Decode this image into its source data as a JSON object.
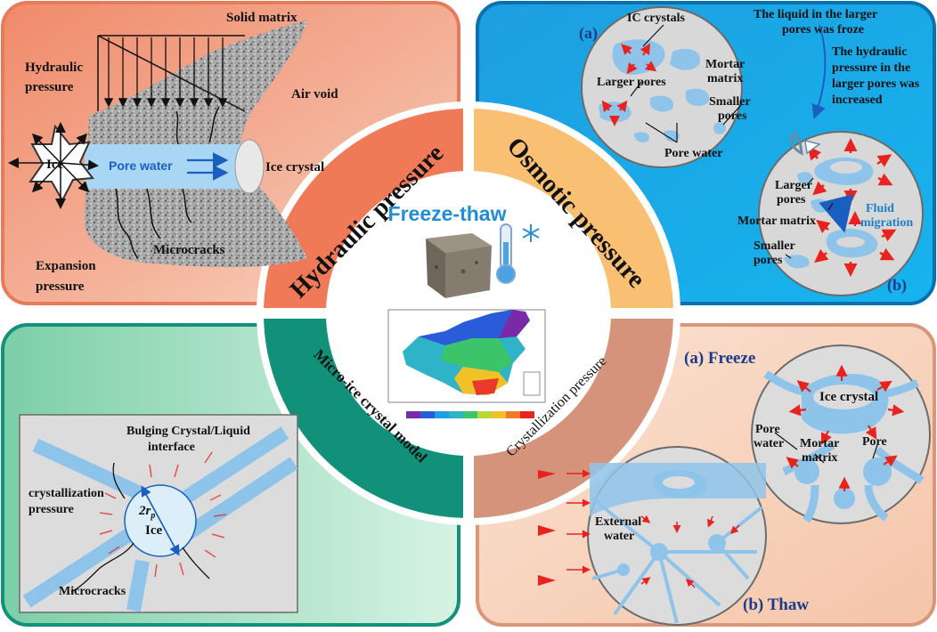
{
  "center": {
    "title": "Freeze-thaw"
  },
  "ring": {
    "hydraulic": "Hydraulic pressure",
    "osmotic": "Osmotic pressure",
    "micro_ice": "Micro-ice crystal model",
    "crystallization": "Crystallization pressure"
  },
  "panel_hydraulic": {
    "solid_matrix": "Solid matrix",
    "hydraulic_line1": "Hydraulic",
    "hydraulic_line2": "pressure",
    "air_void": "Air void",
    "ice": "Ice",
    "pore_water": "Pore water",
    "ice_crystal": "Ice crystal",
    "microcracks": "Microcracks",
    "expansion_line1": "Expansion",
    "expansion_line2": "pressure"
  },
  "panel_osmotic": {
    "label_a": "(a)",
    "label_b": "(b)",
    "ic_crystals": "IC crystals",
    "liquid_line1": "The liquid in the larger",
    "liquid_line2": "pores was froze",
    "hydraulic_line1": "The hydraulic",
    "hydraulic_line2": "pressure in the",
    "hydraulic_line3": "larger pores was",
    "hydraulic_line4": "increased",
    "larger_pores": "Larger pores",
    "mortar_line1": "Mortar",
    "mortar_line2": "matrix",
    "smaller_line1": "Smaller",
    "smaller_line2": "pores",
    "pore_water": "Pore water",
    "larger2_line1": "Larger",
    "larger2_line2": "pores",
    "mortar_matrix": "Mortar matrix",
    "fluid_line1": "Fluid",
    "fluid_line2": "migration",
    "smaller2_line1": "Smaller",
    "smaller2_line2": "pores"
  },
  "panel_micro": {
    "bulging_line1": "Bulging Crystal/Liquid",
    "bulging_line2": "interface",
    "crys_line1": "crystallization",
    "crys_line2": "pressure",
    "radius": "2r",
    "radius_sub": "p",
    "ice": "Ice",
    "microcracks": "Microcracks"
  },
  "panel_crystal": {
    "freeze": "(a) Freeze",
    "thaw": "(b) Thaw",
    "ice_crystal": "Ice crystal",
    "pore_water_line1": "Pore",
    "pore_water_line2": "water",
    "mortar_line1": "Mortar",
    "mortar_line2": "matrix",
    "pore": "Pore",
    "external_line1": "External",
    "external_line2": "water"
  },
  "colors": {
    "hydraulic_panel": "#f3b29a",
    "osmotic_panel": "#17a8e6",
    "micro_panel": "#8fd8b8",
    "crystal_panel": "#f7d3bd",
    "hydraulic_ring": "#f07a57",
    "osmotic_ring": "#f9bf73",
    "micro_ring": "#12917a",
    "crystal_ring": "#d4937a",
    "pore_blue": "#8fc4ea",
    "text_navy": "#1b3a8c",
    "arrow_red": "#e8231e"
  }
}
